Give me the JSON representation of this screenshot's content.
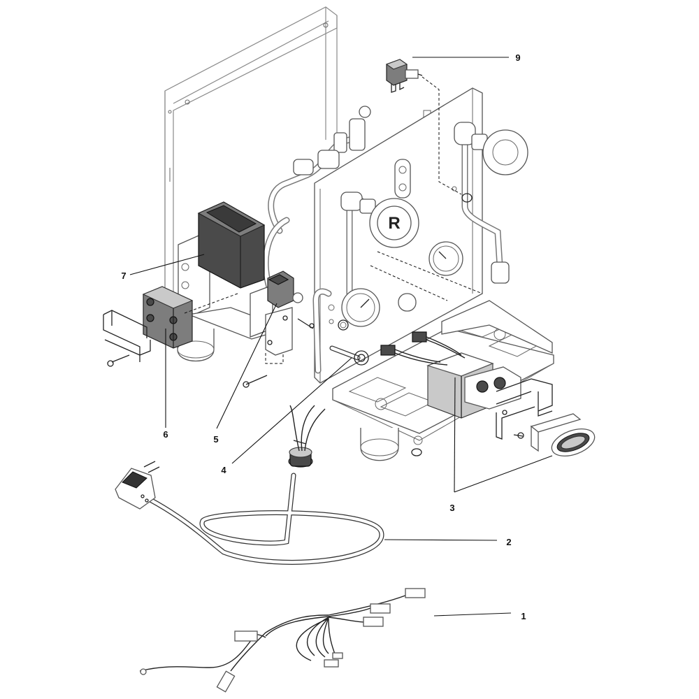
{
  "callouts": [
    {
      "id": "c1",
      "text": "1"
    },
    {
      "id": "c2",
      "text": "2"
    },
    {
      "id": "c3",
      "text": "3"
    },
    {
      "id": "c4",
      "text": "4"
    },
    {
      "id": "c5",
      "text": "5"
    },
    {
      "id": "c6",
      "text": "6"
    },
    {
      "id": "c7",
      "text": "7"
    },
    {
      "id": "c9",
      "text": "9"
    }
  ],
  "knob_letter": "R",
  "colors": {
    "ink": "#222222",
    "part_fill": "#7d7d7d",
    "dark_part": "#4a4a4a",
    "frame": "#8a8a8a"
  }
}
